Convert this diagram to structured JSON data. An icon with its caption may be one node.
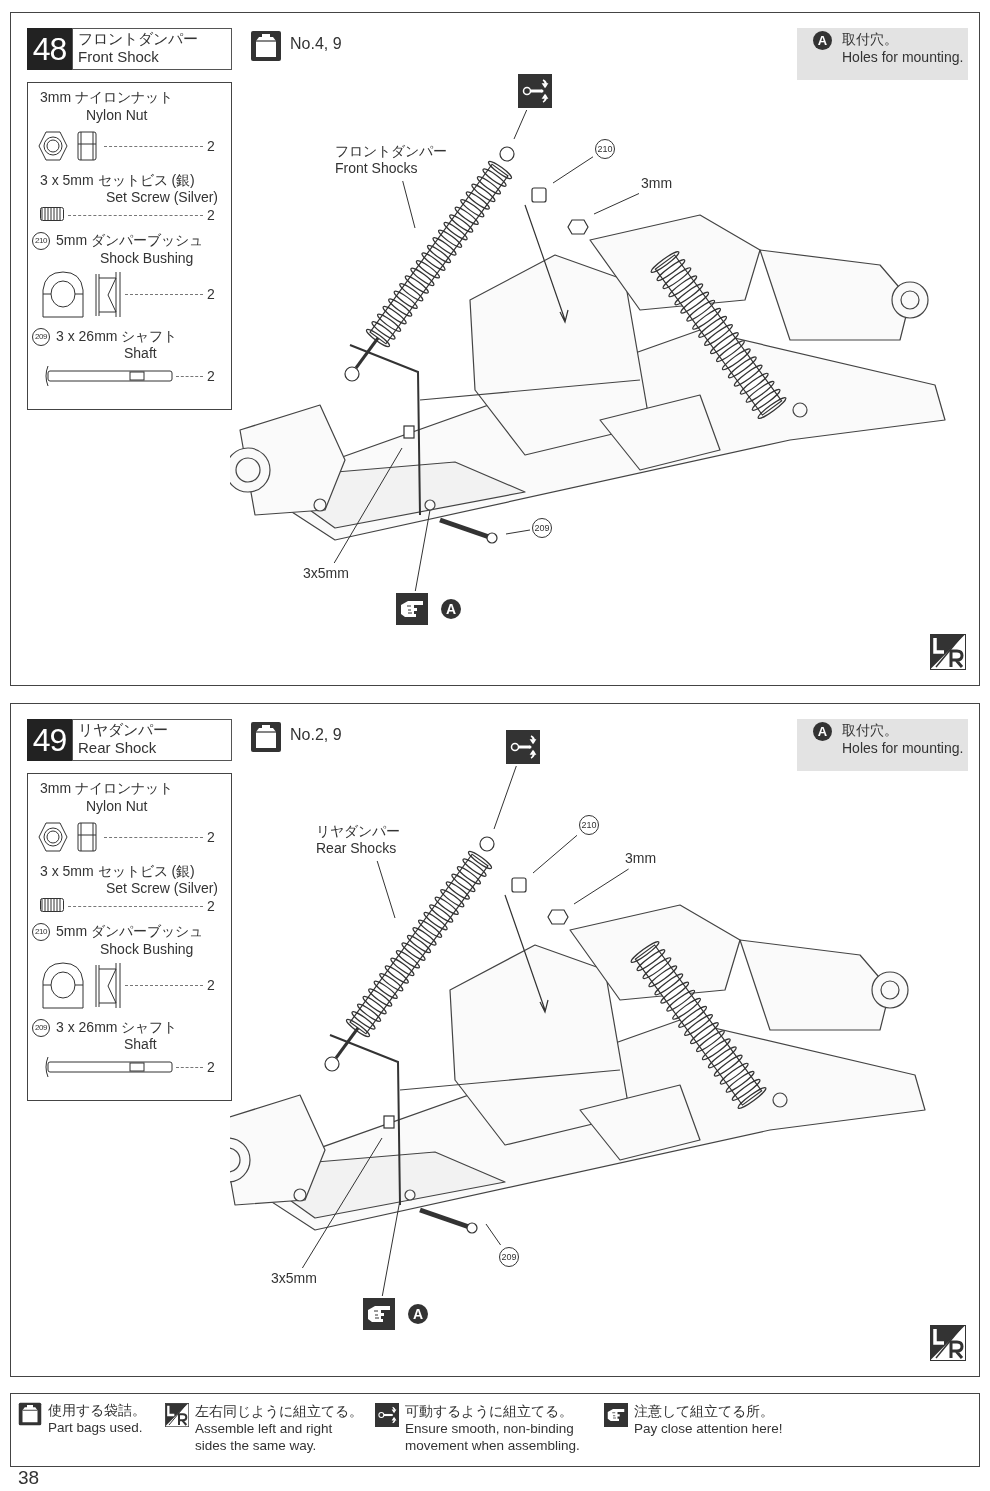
{
  "diagram": {
    "nodes": [
      {
        "text": [
          "フロントダンパー Front Shocks"
        ]
      },
      {
        "text": [
          "210"
        ]
      },
      {
        "text": [
          "3mm"
        ]
      },
      {
        "text": [
          "209"
        ]
      },
      {
        "text": [
          "3x5mm"
        ]
      },
      {
        "text": [
          "A"
        ]
      },
      {
        "text": [],
        "shape": "picture"
      },
      {
        "text": [
          "リヤダンパー Rear Shocks"
        ]
      },
      {
        "text": [
          "210"
        ]
      },
      {
        "text": [
          "3mm"
        ]
      },
      {
        "text": [
          "209"
        ]
      },
      {
        "text": [
          "3x5mm"
        ]
      },
      {
        "text": [
          "A"
        ]
      },
      {
        "text": [],
        "shape": "picture"
      }
    ],
    "edges": [
      {
        "from": 0,
        "to": null,
        "arrow": "none"
      },
      {
        "from": 1,
        "to": null,
        "arrow": "none"
      },
      {
        "from": 2,
        "to": null,
        "arrow": "none"
      },
      {
        "from": 3,
        "to": null,
        "arrow": "none"
      },
      {
        "from": 4,
        "to": null,
        "arrow": "none"
      },
      {
        "from": 5,
        "to": null,
        "arrow": "none"
      },
      {
        "from": 6,
        "to": null,
        "arrow": "none"
      },
      {
        "from": 7,
        "to": null,
        "arrow": "none"
      },
      {
        "from": 8,
        "to": null,
        "arrow": "none"
      },
      {
        "from": 9,
        "to": null,
        "arrow": "none"
      },
      {
        "from": 10,
        "to": null,
        "arrow": "none"
      },
      {
        "from": 11,
        "to": null,
        "arrow": "none"
      },
      {
        "from": 12,
        "to": null,
        "arrow": "none"
      },
      {
        "from": 13,
        "to": null,
        "arrow": "none"
      }
    ],
    "labels": [
      "48",
      "フロントダンパー",
      "Front Shock",
      "No.4, 9",
      "A",
      "取付穴。",
      "Holes for mounting.",
      "3mm ナイロンナット",
      "Nylon Nut",
      "2",
      "3 x 5mm セットビス (銀)",
      "Set Screw (Silver)",
      "2",
      "210",
      "5mm ダンパーブッシュ",
      "Shock Bushing",
      "2",
      "209",
      "3 x 26mm シャフト",
      "Shaft",
      "2",
      "49",
      "リヤダンパー",
      "Rear Shock",
      "No.2, 9",
      "A",
      "取付穴。",
      "Holes for mounting.",
      "3mm ナイロンナット",
      "Nylon Nut",
      "2",
      "3 x 5mm セットビス (銀)",
      "Set Screw (Silver)",
      "2",
      "210",
      "5mm ダンパーブッシュ",
      "Shock Bushing",
      "2",
      "209",
      "3 x 26mm シャフト",
      "Shaft",
      "2",
      "38"
    ],
    "legend": [
      {
        "text": "使用する袋詰。 Part bags used."
      },
      {
        "text": "左右同じように組立てる。 Assemble left and right sides the same way."
      },
      {
        "text": "可動するように組立てる。 Ensure smooth, non-binding movement when assembling."
      },
      {
        "text": "注意して組立てる所。 Pay close attention here!"
      }
    ]
  }
}
